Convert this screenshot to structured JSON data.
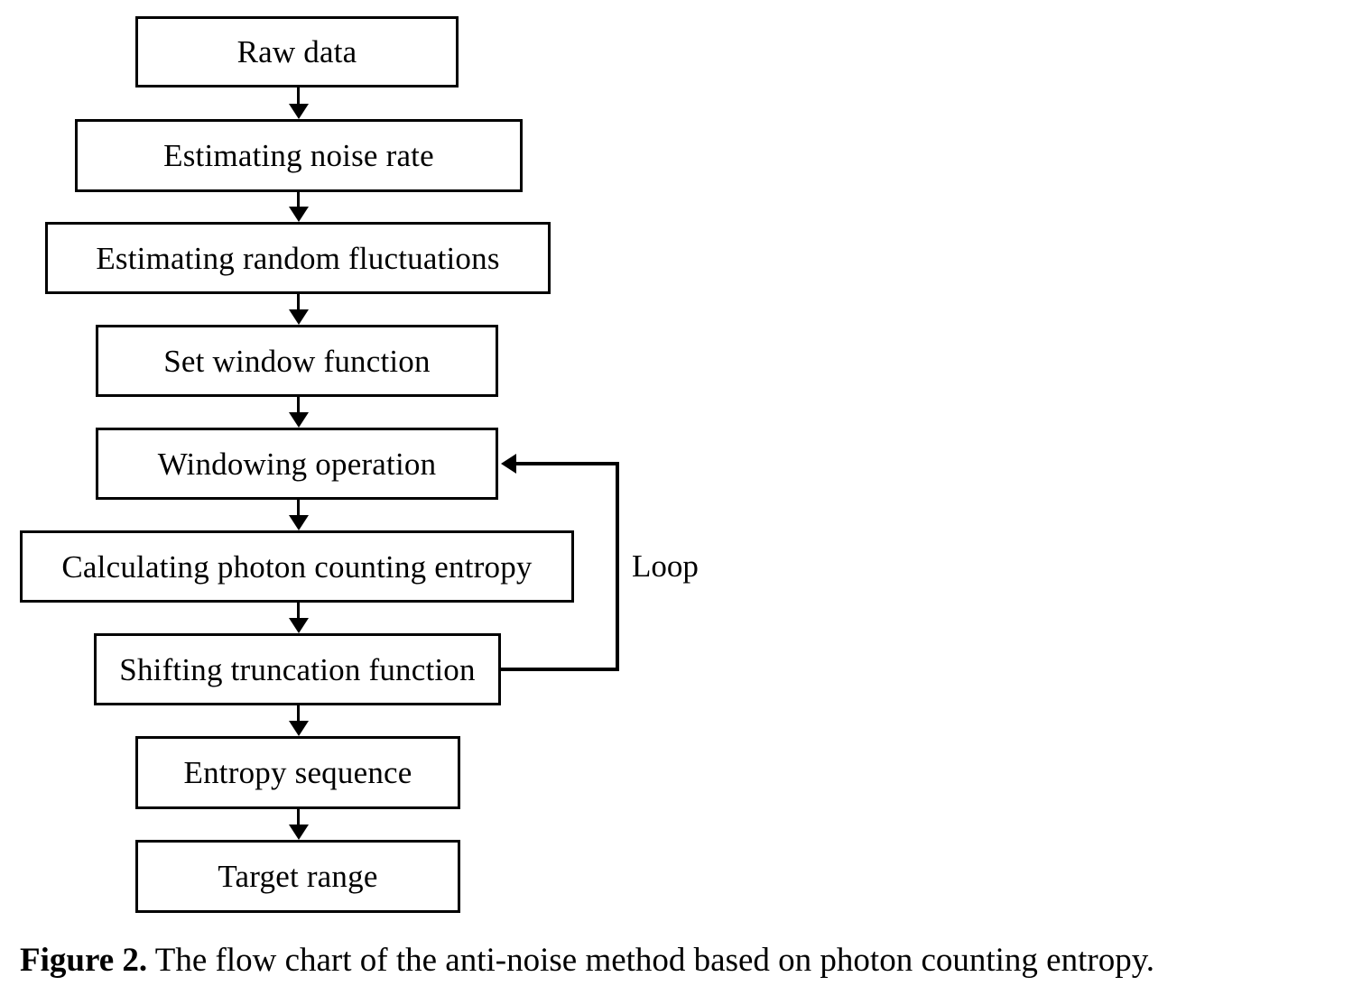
{
  "figure": {
    "caption_label": "Figure 2.",
    "caption_text": " The flow chart of the anti-noise method based on photon counting entropy.",
    "stroke_color": "#000000",
    "fill_color": "#ffffff"
  },
  "flowchart": {
    "type": "flowchart",
    "orientation": "top-to-bottom",
    "nodes": [
      {
        "id": "raw-data",
        "label": "Raw data"
      },
      {
        "id": "estimating-noise-rate",
        "label": "Estimating noise rate"
      },
      {
        "id": "estimating-random-fluctuations",
        "label": "Estimating random fluctuations"
      },
      {
        "id": "set-window-function",
        "label": "Set window function"
      },
      {
        "id": "windowing-operation",
        "label": "Windowing operation"
      },
      {
        "id": "calculating-photon-counting-entropy",
        "label": "Calculating photon counting entropy"
      },
      {
        "id": "shifting-truncation-function",
        "label": "Shifting truncation function"
      },
      {
        "id": "entropy-sequence",
        "label": "Entropy sequence"
      },
      {
        "id": "target-range",
        "label": "Target range"
      }
    ],
    "edges": [
      {
        "from": "raw-data",
        "to": "estimating-noise-rate",
        "label": ""
      },
      {
        "from": "estimating-noise-rate",
        "to": "estimating-random-fluctuations",
        "label": ""
      },
      {
        "from": "estimating-random-fluctuations",
        "to": "set-window-function",
        "label": ""
      },
      {
        "from": "set-window-function",
        "to": "windowing-operation",
        "label": ""
      },
      {
        "from": "windowing-operation",
        "to": "calculating-photon-counting-entropy",
        "label": ""
      },
      {
        "from": "calculating-photon-counting-entropy",
        "to": "shifting-truncation-function",
        "label": ""
      },
      {
        "from": "shifting-truncation-function",
        "to": "entropy-sequence",
        "label": ""
      },
      {
        "from": "entropy-sequence",
        "to": "target-range",
        "label": ""
      },
      {
        "from": "shifting-truncation-function",
        "to": "windowing-operation",
        "label": "Loop"
      }
    ],
    "loop_label": "Loop"
  }
}
